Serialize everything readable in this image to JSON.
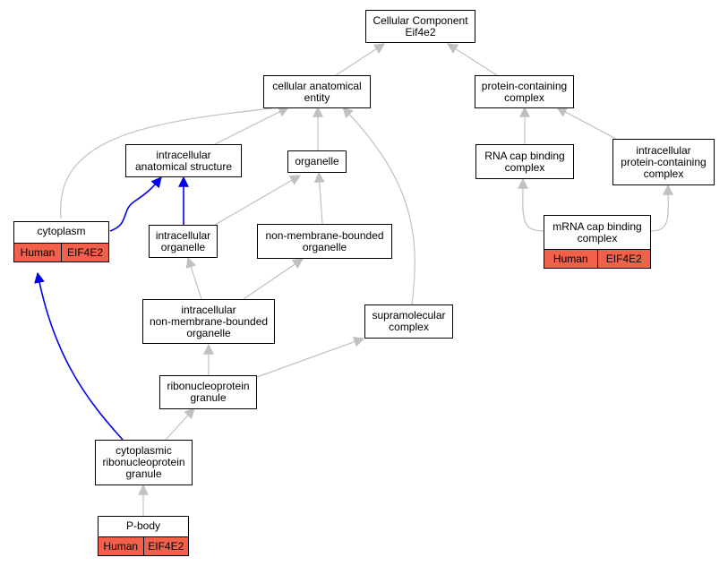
{
  "colors": {
    "gray_edge": "#c0c0c0",
    "blue_edge": "#0000ee",
    "annotation_fill": "#f0604a"
  },
  "nodes": {
    "root": {
      "label": "Cellular Component\nEif4e2"
    },
    "cae": {
      "label": "cellular anatomical\nentity"
    },
    "pcc": {
      "label": "protein-containing\ncomplex"
    },
    "ias": {
      "label": "intracellular\nanatomical structure"
    },
    "organelle": {
      "label": "organelle"
    },
    "rna_cap": {
      "label": "RNA cap binding\ncomplex"
    },
    "ipcc": {
      "label": "intracellular\nprotein-containing\ncomplex"
    },
    "cytoplasm": {
      "label": "cytoplasm",
      "species": "Human",
      "gene": "EIF4E2"
    },
    "io": {
      "label": "intracellular\norganelle"
    },
    "nmbo": {
      "label": "non-membrane-bounded\norganelle"
    },
    "mrna_cap": {
      "label": "mRNA cap binding\ncomplex",
      "species": "Human",
      "gene": "EIF4E2"
    },
    "inmbo": {
      "label": "intracellular\nnon-membrane-bounded\norganelle"
    },
    "supra": {
      "label": "supramolecular\ncomplex"
    },
    "rnp": {
      "label": "ribonucleoprotein\ngranule"
    },
    "crnp": {
      "label": "cytoplasmic\nribonucleoprotein\ngranule"
    },
    "pbody": {
      "label": "P-body",
      "species": "Human",
      "gene": "EIF4E2"
    }
  }
}
